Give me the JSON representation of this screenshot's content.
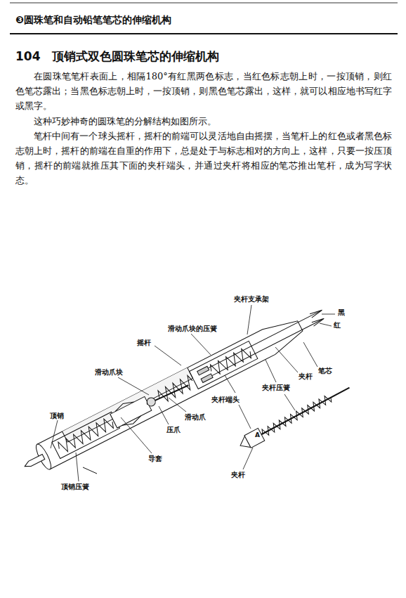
{
  "diagram": {
    "title": "104　顶销式双色圆珠笔芯的伸缩机构",
    "labels": [
      "❸圆珠笔和自动铅笔笔芯的伸缩机构",
      "在圆珠笔笔杆表面上，相隔180°有红黑两色标志，当红色标志朝上时，一按顶销，则红色笔芯露出；当黑色标志朝上时，一按顶销，则黑色笔芯露出，这样，就可以相应地书写红字或黑字。",
      "这种巧妙神奇的圆珠笔的分解结构如图所示。",
      "笔杆中间有一个球头摇杆，摇杆的前端可以灵活地自由摇摆，当笔杆上的红色或者黑色标志朝上时，摇杆的前端在自重的作用下，总是处于与标志相对的方向上，这样，只要一按压顶销，摇杆的前端就推压其下面的夹杆端头，并通过夹杆将相应的笔芯推出笔杆，成为写字状态。",
      "夹杆支承架",
      "黑",
      "红",
      "滑动爪块的压簧",
      "摇杆",
      "笔芯",
      "滑动爪块",
      "夹杆",
      "夹杆压簧",
      "夹杆端头",
      "滑动爪",
      "压爪",
      "顶销",
      "导套",
      "顶销压簧",
      "夹杆",
      "A"
    ]
  }
}
